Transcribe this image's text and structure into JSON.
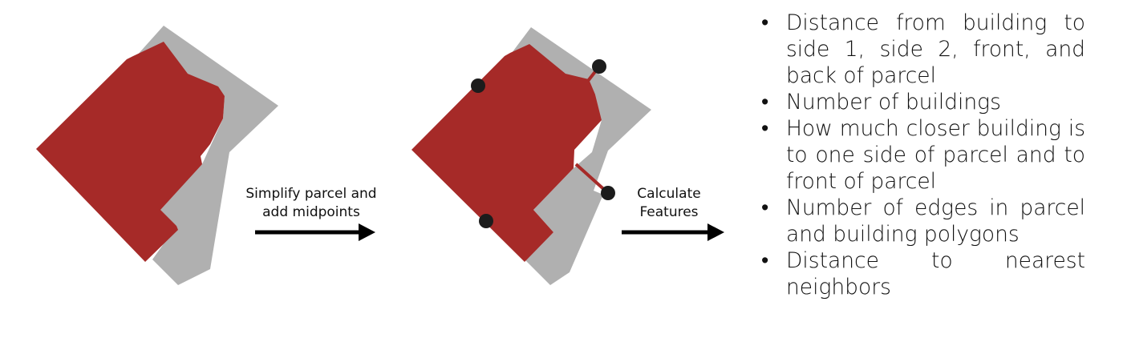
{
  "colors": {
    "building": "#a62a28",
    "parcel": "#b0b0b0",
    "midpoint": "#1c1c1c",
    "arrow": "#000000"
  },
  "steps": {
    "simplify_line1": "Simplify parcel and",
    "simplify_line2": "add midpoints",
    "calculate_line1": "Calculate",
    "calculate_line2": "Features"
  },
  "features": [
    "Distance from building to side 1, side 2, front, and back of parcel",
    "Number of buildings",
    "How much closer building is to one side of parcel and to front of parcel",
    "Number of edges in parcel and building polygons",
    "Distance to nearest neighbors"
  ]
}
